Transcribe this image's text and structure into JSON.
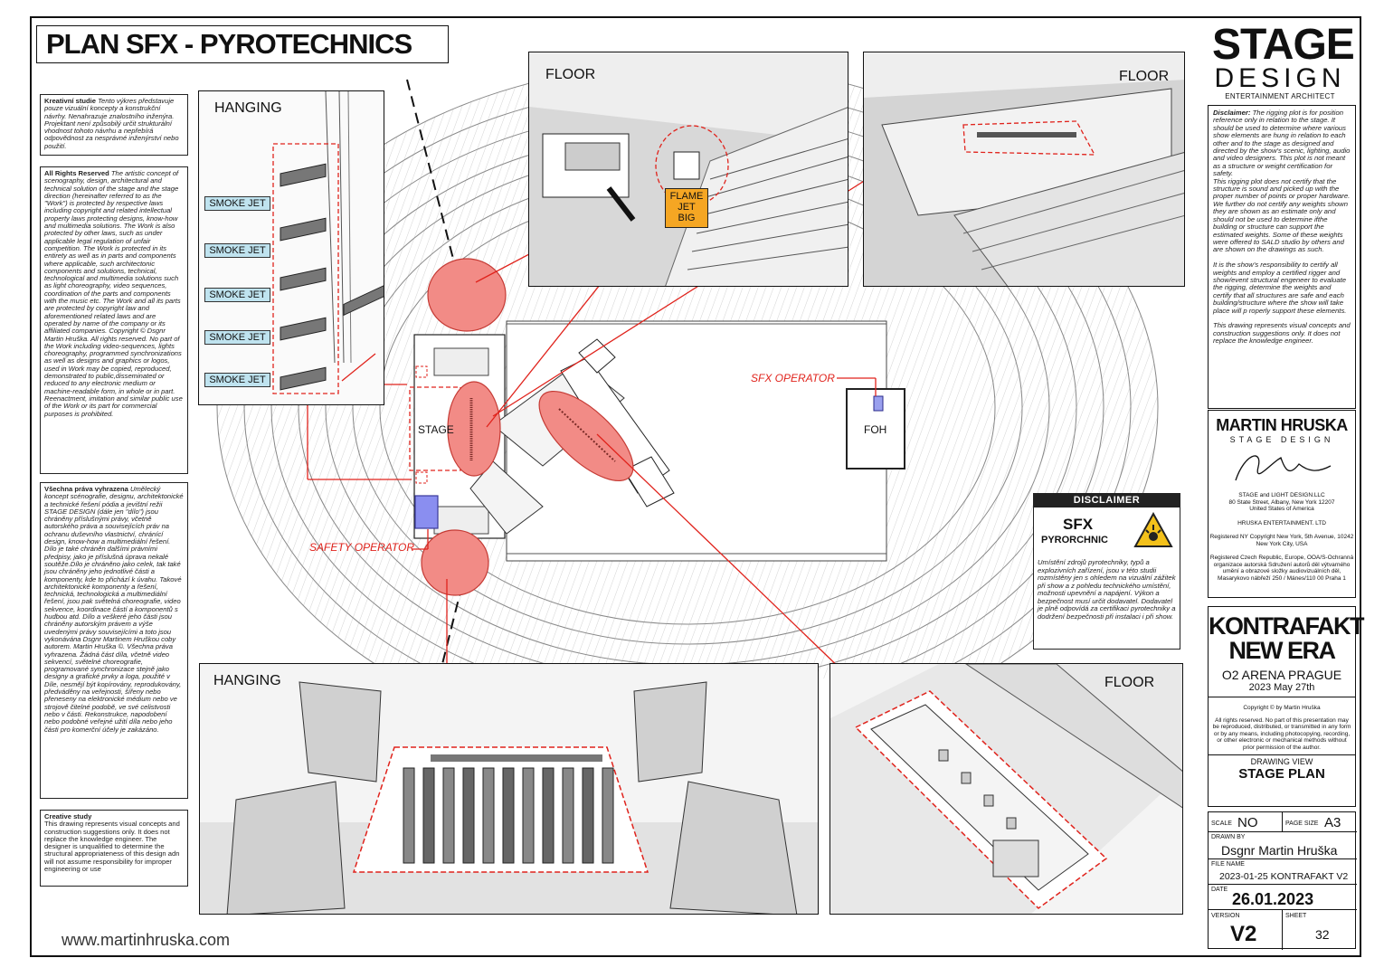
{
  "title": "PLAN SFX - PYROTECHNICS",
  "left_notes": {
    "kreativni": {
      "heading": "Kreativní studie",
      "body": "Tento výkres představuje pouze vizuální koncepty a konstrukční návrhy. Nenahrazuje znalostního inženýra. Projektant není způsobilý určit strukturální vhodnost tohoto návrhu a nepřebírá odpovědnost za nesprávné inženýrství nebo použití."
    },
    "rights": {
      "heading": "All Rights Reserved",
      "body": "The artistic concept of scenography, design, architectural and technical solution of the stage and the stage direction (hereinafter referred to as the \"Work\") is protected by respective laws including copyright and related intellectual property laws protecting designs, know-how and multimedia solutions. The Work is also protected by other laws, such as under applicable legal regulation of unfair competition. The Work is protected in its entirety as well as in parts and components where applicable, such architectonic components and solutions, technical, technological and multimedia solutions such as light choreography, video sequences, coordination of the parts and components with the music etc. The Work and all its parts are protected by copyright law and aforementioned related laws and are operated by name of the company or its affiliated companies. Copyright © Dsgnr Martin Hruška. All rights reserved. No part of the Work including video-sequences, lights choreography, programmed synchronizations as well as designs and graphics or logos, used in Work may be copied, reproduced, demonstrated to public,disseminated or reduced to any electronic medium or machine-readable form, in whole or in part. Reenactment, imitation and similar public use of the Work or its part for commercial purposes is prohibited."
    },
    "prava": {
      "heading": "Všechna práva vyhrazena",
      "body": "Umělecký koncept scénografie, designu, architektonické a technické řešení pódia a jevištní režii STAGE DESIGN (dále jen \"dílo\") jsou chráněny příslušnými právy, včetně autorského práva a souvisejících práv na ochranu duševního vlastnictví, chránící design, know-how a multimediální řešení. Dílo je také chráněn dalšími právními předpisy, jako je příslušná úprava nekalé soutěže.Dílo je chráněno jako celek, tak také jsou chráněny jeho jednotlivé části a komponenty, kde to přichází k úvahu. Takové architektonické komponenty a řešení, technická, technologická a multimediální řešení, jsou pak světelná choreografie, video sekvence, koordinace částí a komponentů s hudbou atd. Dílo a veškeré jeho části jsou chráněny autorským právem a výše uvedenými právy souvisejícími a toto jsou vykonávána Dsgnr Martinem Hruškou coby autorem. Martin Hruška ©. Všechna práva vyhrazena. Žádná část díla, včetně video sekvencí, světelné choreografie, programované synchronizace stejně jako designy a grafické prvky a loga, použité v Díle, nesmějí být kopírovány, reprodukovány, předváděny na veřejnosti, šířeny nebo přeneseny na elektronické médium nebo ve strojově čitelné podobě, ve své celistvosti nebo v části. Rekonstrukce, napodobení nebo podobné veřejné užití díla nebo jeho části pro komerční účely je zakázáno."
    },
    "creative": {
      "heading": "Creative study",
      "body": "This drawing represents visual concepts and construction suggestions only. It does not replace the knowledge engineer. The designer is unqualified to determine the structural appropriateness of this design adn will not assume responsibility for improper engineering or use"
    }
  },
  "panels": {
    "hanging_top": "HANGING",
    "floor_top_center": "FLOOR",
    "floor_top_right": "FLOOR",
    "hanging_bottom": "HANGING",
    "floor_bottom": "FLOOR"
  },
  "smoke_jets": [
    "SMOKE JET",
    "SMOKE JET",
    "SMOKE JET",
    "SMOKE JET",
    "SMOKE JET"
  ],
  "flame_jet": [
    "FLAME",
    "JET",
    "BIG"
  ],
  "plan_labels": {
    "stage": "STAGE",
    "foh": "FOH",
    "sfx_operator": "SFX OPERATOR",
    "safety_operator": "SAFETY OPERATOR"
  },
  "sfx_box": {
    "header": "DISCLAIMER",
    "title": "SFX",
    "subtitle": "PYRORCHNIC",
    "body": "Umístění zdrojů pyrotechniky, typů a explozivních zařízení, jsou v této studii rozmístěny jen s ohledem na vizuální zážitek při show a z pohledu technického umístění, možnosti upevnění a napájení. Výkon a bezpečnost musí určit dodavatel. Dodavatel je plně odpovídá za certifikaci pyrotechniky a dodržení bezpečnosti při instalaci i při show."
  },
  "website": "www.martinhruska.com",
  "logo": {
    "line1": "STAGE",
    "line2": "DESIGN",
    "tagline": "ENTERTAINMENT ARCHITECT"
  },
  "disclaimer": {
    "heading": "Disclaimer:",
    "p1": "The rigging plot is for position reference only in relation to the stage. It should be used to determine where various show elements are hung in relation to each other and to the stage as designed and directed by the show's scenic, lighting, audio and video designers. This plot is not meant as a structure or weight certification for safety.",
    "p2": "This rigging plot does not certify that the structure is sound and picked up with the proper number of points or proper hardware. We further do not certify any weights shown they are shown as an estimate only and should not be used to determine ifthe building or structure can support the estimated weights. Some of these weights were offered to SALD studio by others and are shown on the drawings as such.",
    "p3": "It is the show's responsibility to certify all weights and employ a certified rigger and show/event structural engeneer to evaluate the rigging, determine the weights and certify that all structures are safe and each building/structure where the show will take place will p roperly support these elements.",
    "p4": "This drawing represents visual concepts and construction suggestions only. It does not replace the knowledge engineer."
  },
  "designer": {
    "name": "MARTIN HRUSKA",
    "sub": "STAGE DESIGN",
    "company": "STAGE and LIGHT DESIGN.LLC",
    "addr1": "80 State Street, Albany, New York 12207",
    "addr2": "United States of America",
    "ent": "HRUSKA ENTERTAINMENT. LTD",
    "reg_ny": "Registered NY Copyright New York, 5th Avenue, 10242 New York City, USA",
    "reg_cz": "Registered Czech Republic, Europe, OOA/S-Ochranná organizace autorská Sdružení autorů děl výtvarného umění a obrazové složky audiovizuálních děl, Masarykovo nábřeží 250 / Mánes/110 00 Praha 1"
  },
  "project": {
    "name1": "KONTRAFAKT",
    "name2": "NEW ERA",
    "venue": "O2 ARENA PRAGUE",
    "date": "2023 May 27th",
    "copyright": "Copyright © by Martin Hruška",
    "rights": "All rights reserved. No part of this presentation may be reproduced, distributed, or transmitted in any form or by  any means, including photocopying, recording, or other electronic or mechanical methods without prior permission of the author.",
    "drawing_view_label": "DRAWING VIEW",
    "drawing_view": "STAGE PLAN"
  },
  "titleblock": {
    "scale_label": "SCALE",
    "scale": "NO",
    "page_size_label": "PAGE SIZE",
    "page_size": "A3",
    "drawn_by_label": "DRAWN BY",
    "drawn_by": "Dsgnr Martin Hruška",
    "file_name_label": "FILE NAME",
    "file_name": "2023-01-25 KONTRAFAKT V2",
    "date_label": "DATE",
    "date": "26.01.2023",
    "version_label": "VERSION",
    "version": "V2",
    "sheet_label": "SHEET",
    "sheet": "32"
  }
}
